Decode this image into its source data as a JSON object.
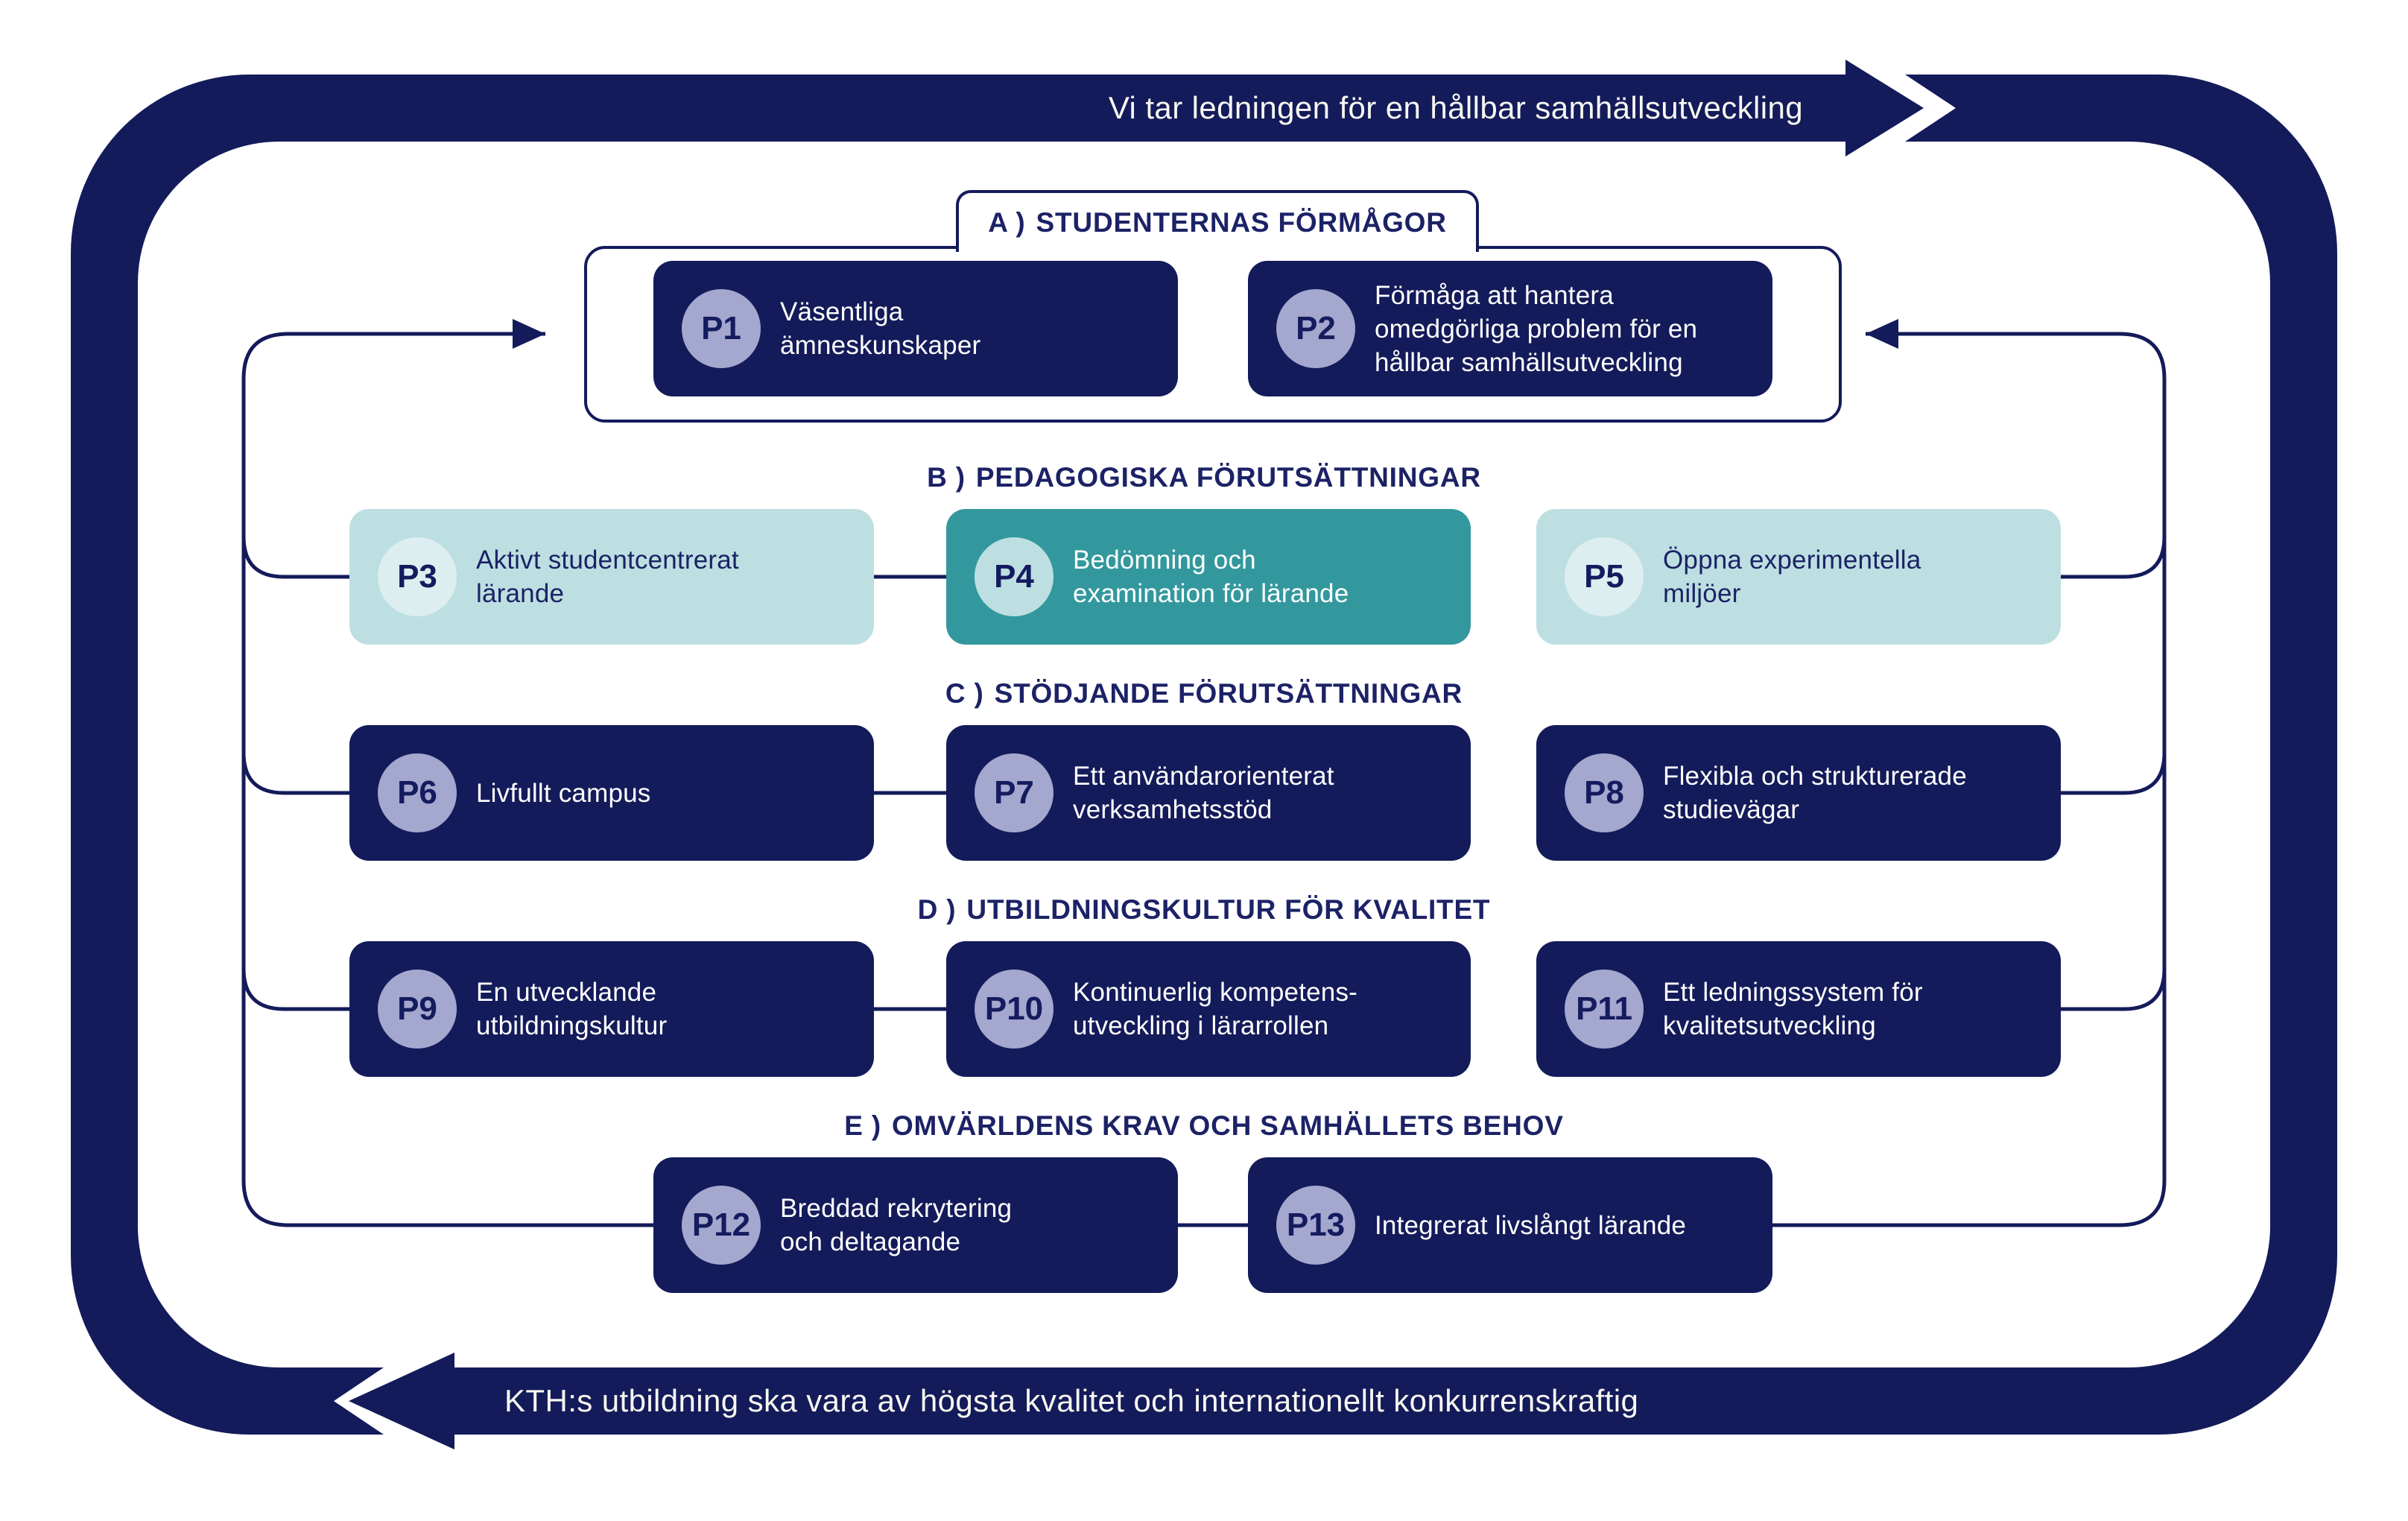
{
  "banners": {
    "top": "Vi tar ledningen för en hållbar samhällsutveckling",
    "bottom": "KTH:s utbildning ska vara av högsta kvalitet och internationellt konkurrenskraftig"
  },
  "colors": {
    "navy": "#141B5A",
    "navy_text": "#1C2266",
    "lavender": "#A4A7CE",
    "teal": "#33989E",
    "light_teal": "#BDDFE1",
    "pale_teal": "#DCEEF0",
    "white": "#FFFFFF"
  },
  "sections": [
    {
      "id": "A",
      "label_prefix": "A )",
      "label": "STUDENTERNAS FÖRMÅGOR",
      "framed": true,
      "items": [
        {
          "id": "P1",
          "lines": [
            "Väsentliga",
            "ämneskunskaper"
          ],
          "variant": "navy"
        },
        {
          "id": "P2",
          "lines": [
            "Förmåga att hantera",
            "omedgörliga problem för en",
            "hållbar samhällsutveckling"
          ],
          "variant": "navy"
        }
      ]
    },
    {
      "id": "B",
      "label_prefix": "B )",
      "label": "PEDAGOGISKA FÖRUTSÄTTNINGAR",
      "framed": false,
      "items": [
        {
          "id": "P3",
          "lines": [
            "Aktivt studentcentrerat",
            "lärande"
          ],
          "variant": "light-teal"
        },
        {
          "id": "P4",
          "lines": [
            "Bedömning och",
            "examination för lärande"
          ],
          "variant": "teal"
        },
        {
          "id": "P5",
          "lines": [
            "Öppna experimentella",
            "miljöer"
          ],
          "variant": "light-teal"
        }
      ]
    },
    {
      "id": "C",
      "label_prefix": "C )",
      "label": "STÖDJANDE FÖRUTSÄTTNINGAR",
      "framed": false,
      "items": [
        {
          "id": "P6",
          "lines": [
            "Livfullt campus"
          ],
          "variant": "navy"
        },
        {
          "id": "P7",
          "lines": [
            "Ett användarorienterat",
            "verksamhetsstöd"
          ],
          "variant": "navy"
        },
        {
          "id": "P8",
          "lines": [
            "Flexibla och strukturerade",
            "studievägar"
          ],
          "variant": "navy"
        }
      ]
    },
    {
      "id": "D",
      "label_prefix": "D )",
      "label": "UTBILDNINGSKULTUR FÖR KVALITET",
      "framed": false,
      "items": [
        {
          "id": "P9",
          "lines": [
            "En utvecklande",
            "utbildningskultur"
          ],
          "variant": "navy"
        },
        {
          "id": "P10",
          "lines": [
            "Kontinuerlig kompetens-",
            "utveckling i lärarrollen"
          ],
          "variant": "navy"
        },
        {
          "id": "P11",
          "lines": [
            "Ett ledningssystem för",
            "kvalitetsutveckling"
          ],
          "variant": "navy"
        }
      ]
    },
    {
      "id": "E",
      "label_prefix": "E )",
      "label": "OMVÄRLDENS KRAV OCH SAMHÄLLETS BEHOV",
      "framed": false,
      "items": [
        {
          "id": "P12",
          "lines": [
            "Breddad rekrytering",
            "och deltagande"
          ],
          "variant": "navy"
        },
        {
          "id": "P13",
          "lines": [
            "Integrerat livslångt lärande"
          ],
          "variant": "navy"
        }
      ]
    }
  ]
}
